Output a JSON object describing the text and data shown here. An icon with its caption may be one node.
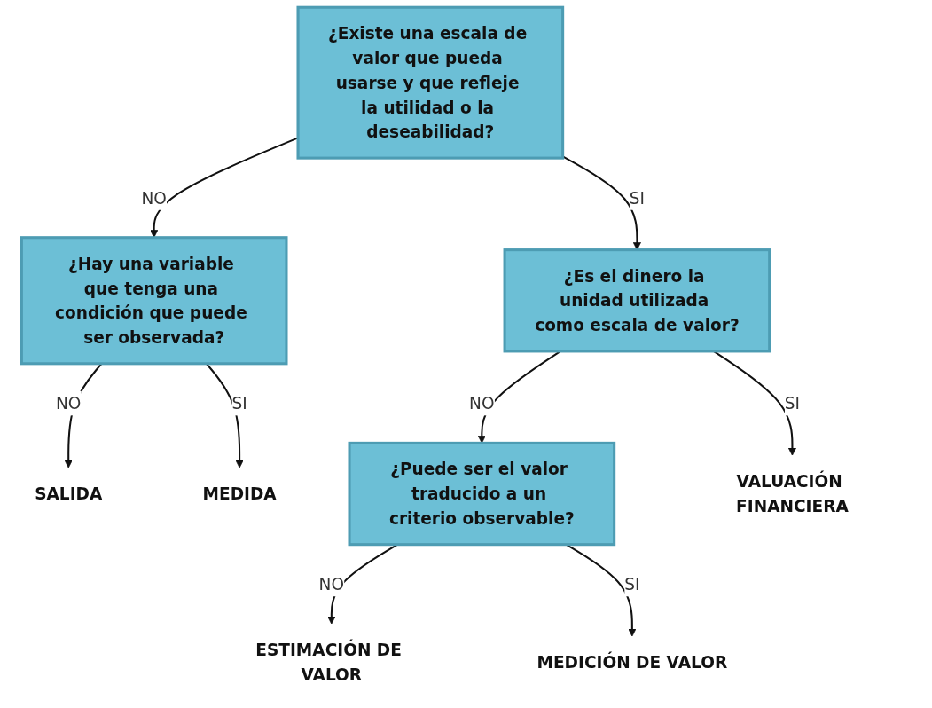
{
  "diagram": {
    "nodes": [
      {
        "text": [
          "¿Existe una escala de valor que pueda usarse y que refleje la utilidad o la deseabilidad?"
        ]
      },
      {
        "text": [
          "¿Hay una variable que tenga una condición que puede ser observada?"
        ]
      },
      {
        "text": [
          "SALIDA"
        ]
      },
      {
        "text": [
          "MEDIDA"
        ]
      },
      {
        "text": [
          "¿Es el dinero la unidad utilizada como escala de valor?"
        ]
      },
      {
        "text": [
          "¿Puede ser el valor traducido a un criterio observable?"
        ]
      },
      {
        "text": [
          "ESTIMACIÓN DE VALOR"
        ]
      },
      {
        "text": [
          "VALUACIÓN FINANCIERA"
        ]
      },
      {
        "text": [
          "MEDICIÓN DE VALOR"
        ]
      }
    ],
    "edges": [
      {
        "from": 0,
        "to": 1,
        "arrow": "to",
        "label": "NO"
      },
      {
        "from": 1,
        "to": 2,
        "arrow": "to",
        "label": "NO"
      },
      {
        "from": 1,
        "to": 3,
        "arrow": "to",
        "label": "SI"
      },
      {
        "from": 0,
        "to": 4,
        "arrow": "to",
        "label": "SI"
      },
      {
        "from": 4,
        "to": 5,
        "arrow": "to",
        "label": "NO"
      },
      {
        "from": 5,
        "to": 6,
        "arrow": "to",
        "label": "NO"
      },
      {
        "from": 4,
        "to": 7,
        "arrow": "to",
        "label": "SI"
      },
      {
        "from": 5,
        "to": 8,
        "arrow": "to",
        "label": "SI"
      }
    ]
  }
}
